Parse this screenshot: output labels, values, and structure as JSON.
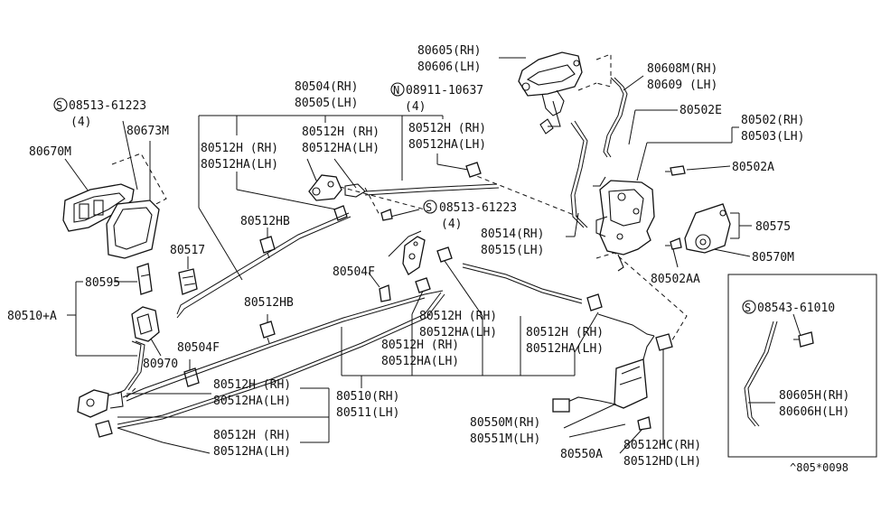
{
  "diagram_id": "^805*0098",
  "labels": {
    "l80605": "80605(RH)",
    "l80606": "80606(LH)",
    "l80608m": "80608M(RH)",
    "l80609": "80609 (LH)",
    "l80502e": "80502E",
    "l80502": "80502(RH)",
    "l80503": "80503(LH)",
    "l80502a": "80502A",
    "l80575": "80575",
    "l80570m": "80570M",
    "l80502aa": "80502AA",
    "l80504": "80504(RH)",
    "l80505": "80505(LH)",
    "n08911": "08911-10637",
    "n08911_qty": "(4)",
    "s08513a": "08513-61223",
    "s08513a_qty": "(4)",
    "l80673m": "80673M",
    "l80670m": "80670M",
    "a_80512h_rh": "80512H (RH)",
    "a_80512ha_lh": "80512HA(LH)",
    "b_80512h_rh": "80512H (RH)",
    "b_80512ha_lh": "80512HA(LH)",
    "c_80512h_rh": "80512H (RH)",
    "c_80512ha_lh": "80512HA(LH)",
    "s08513b": "08513-61223",
    "s08513b_qty": "(4)",
    "l80514": "80514(RH)",
    "l80515": "80515(LH)",
    "l80512hb_1": "80512HB",
    "l80517": "80517",
    "l80504f_1": "80504F",
    "l80595": "80595",
    "l80510a": "80510+A",
    "l80512hb_2": "80512HB",
    "l80504f_2": "80504F",
    "l80970": "80970",
    "d_80512h_rh": "80512H (RH)",
    "d_80512ha_lh": "80512HA(LH)",
    "e_80512h_rh": "80512H (RH)",
    "e_80512ha_lh": "80512HA(LH)",
    "f_80512h_rh": "80512H (RH)",
    "f_80512ha_lh": "80512HA(LH)",
    "g_80512h_rh": "80512H (RH)",
    "g_80512ha_lh": "80512HA(LH)",
    "l80510": "80510(RH)",
    "l80511": "80511(LH)",
    "h_80512h_rh": "80512H (RH)",
    "h_80512ha_lh": "80512HA(LH)",
    "l80550m": "80550M(RH)",
    "l80551m": "80551M(LH)",
    "l80550a": "80550A",
    "l80512hc": "80512HC(RH)",
    "l80512hd": "80512HD(LH)",
    "s08543": "08543-61010",
    "l80605h": "80605H(RH)",
    "l80606h": "80606H(LH)"
  },
  "symbols": {
    "screw": "S",
    "nut": "N"
  }
}
